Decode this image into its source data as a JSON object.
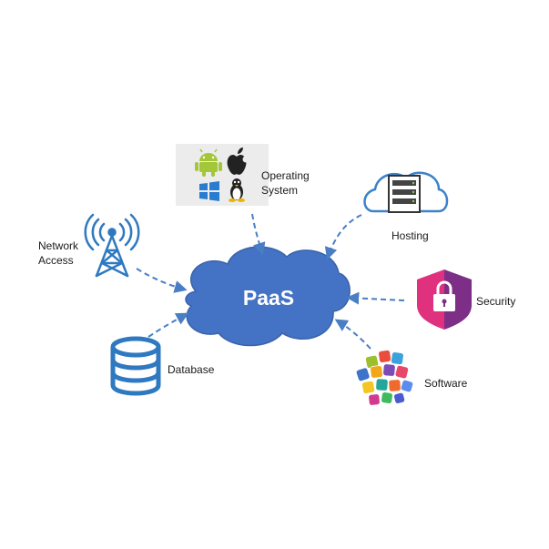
{
  "center": {
    "label": "PaaS"
  },
  "nodes": {
    "operating_system": {
      "line1": "Operating",
      "line2": "System"
    },
    "hosting": {
      "label": "Hosting"
    },
    "network_access": {
      "line1": "Network",
      "line2": "Access"
    },
    "security": {
      "label": "Security"
    },
    "database": {
      "label": "Database"
    },
    "software": {
      "label": "Software"
    }
  },
  "colors": {
    "cloud_fill": "#4472c4",
    "arrow": "#4a7ec4",
    "icon_blue": "#2e79c0",
    "shield_left": "#e0317f",
    "shield_right": "#7d2e86",
    "android_green": "#a4c639"
  },
  "icons": [
    "android-icon",
    "apple-icon",
    "windows-icon",
    "linux-icon",
    "server-cloud-icon",
    "radio-tower-icon",
    "shield-lock-icon",
    "database-icon",
    "apps-cluster-icon"
  ]
}
